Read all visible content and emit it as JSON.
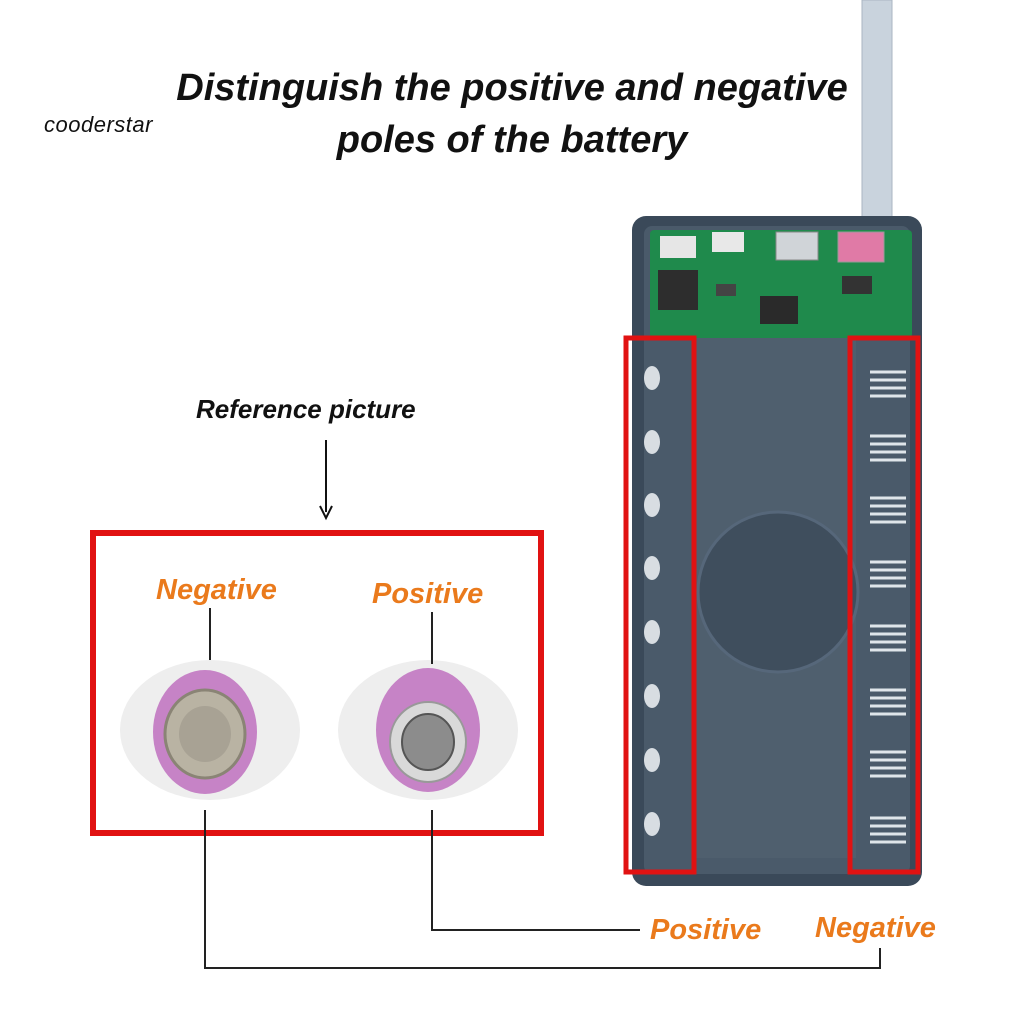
{
  "brand": "cooderstar",
  "title": {
    "line1": "Distinguish the positive and negative",
    "line2": "poles of the battery"
  },
  "reference": {
    "label": "Reference picture",
    "negative_label": "Negative",
    "positive_label": "Positive"
  },
  "case_labels": {
    "positive": "Positive",
    "negative": "Negative"
  },
  "colors": {
    "highlight_red": "#e11212",
    "label_orange": "#ea7a1c",
    "case_body": "#3f4f5f",
    "pcb_green": "#1f8a4c",
    "battery_pink": "#c683c6"
  }
}
